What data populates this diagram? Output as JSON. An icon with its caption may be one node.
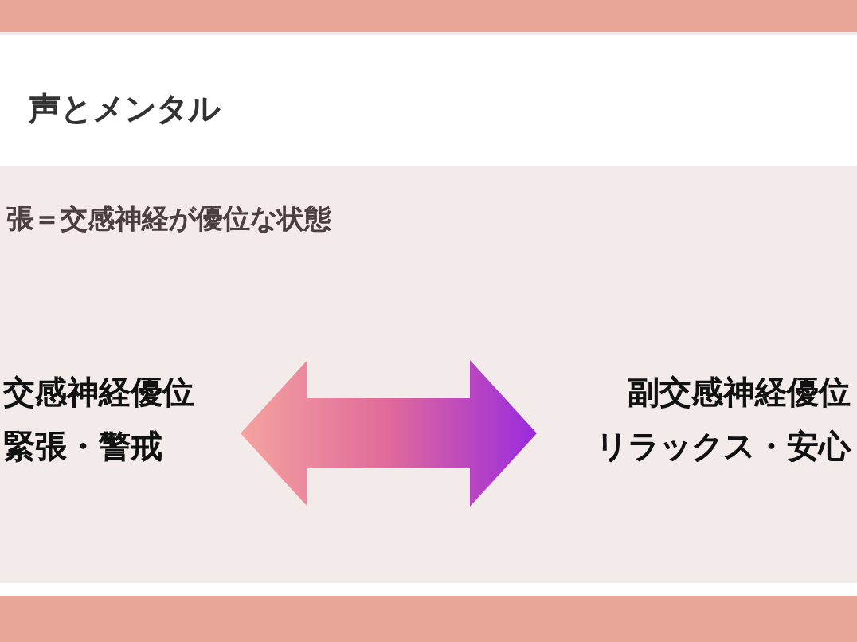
{
  "diagram": {
    "title": "声とメンタル",
    "nodes": [
      {
        "text": [
          "交感神経優位",
          "緊張・警戒"
        ]
      },
      {
        "text": [
          "副交感神経優位",
          "リラックス・安心"
        ]
      }
    ],
    "edges": [
      {
        "from": 0,
        "to": 1,
        "arrow": "both",
        "style": "thick"
      }
    ],
    "labels": [
      "張＝交感神経が優位な状態"
    ]
  }
}
